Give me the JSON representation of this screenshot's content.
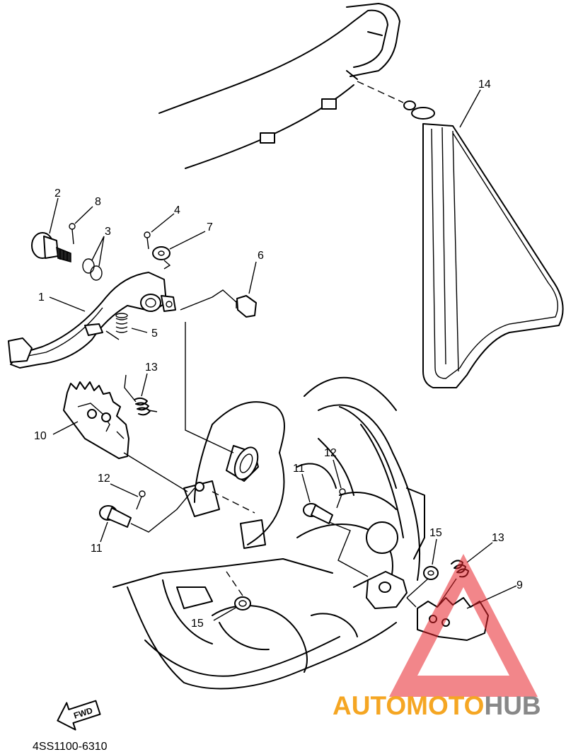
{
  "diagram": {
    "part_code": "4SS1100-6310",
    "fwd_label": "FWD",
    "callouts": {
      "c1": "1",
      "c2": "2",
      "c3": "3",
      "c4": "4",
      "c5": "5",
      "c6": "6",
      "c7": "7",
      "c8": "8",
      "c9": "9",
      "c10": "10",
      "c11a": "11",
      "c11b": "11",
      "c12a": "12",
      "c12b": "12",
      "c13a": "13",
      "c13b": "13",
      "c14": "14",
      "c15a": "15",
      "c15b": "15"
    }
  },
  "watermark": {
    "part1": "AUTOMOTO",
    "part2": "HUB",
    "colors": {
      "triangle": "#e8232a",
      "auto": "#f5a623",
      "hub": "#888888"
    }
  }
}
